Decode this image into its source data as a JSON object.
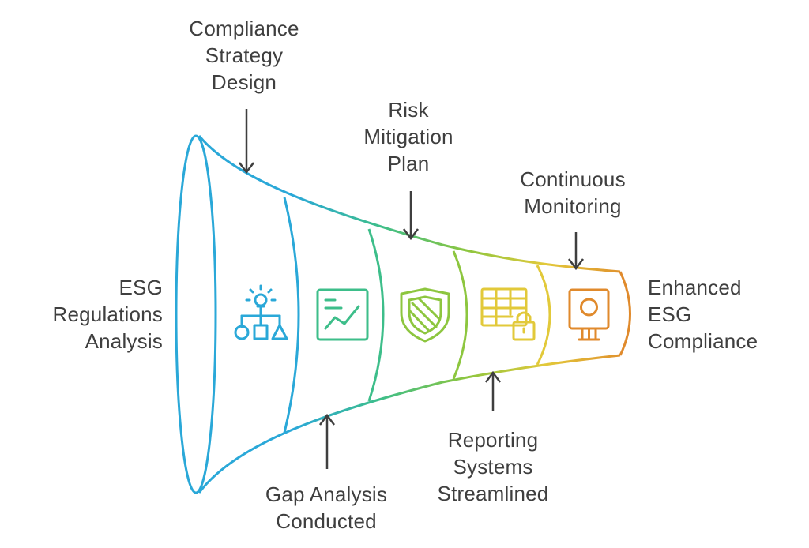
{
  "labels": {
    "esg_regulations_analysis": [
      "ESG",
      "Regulations",
      "Analysis"
    ],
    "compliance_strategy_design": [
      "Compliance",
      "Strategy",
      "Design"
    ],
    "gap_analysis_conducted": [
      "Gap Analysis",
      "Conducted"
    ],
    "risk_mitigation_plan": [
      "Risk",
      "Mitigation",
      "Plan"
    ],
    "reporting_systems_streamlined": [
      "Reporting",
      "Systems",
      "Streamlined"
    ],
    "continuous_monitoring": [
      "Continuous",
      "Monitoring"
    ],
    "enhanced_esg_compliance": [
      "Enhanced",
      "ESG",
      "Compliance"
    ]
  },
  "stages": [
    {
      "icon": "idea-flowchart-icon",
      "color": "#2aa8d8"
    },
    {
      "icon": "growth-chart-icon",
      "color": "#3dbe8a"
    },
    {
      "icon": "shield-icon",
      "color": "#8dc63f"
    },
    {
      "icon": "locked-spreadsheet-icon",
      "color": "#e2c93a"
    },
    {
      "icon": "monitor-icon",
      "color": "#e08a2c"
    }
  ]
}
